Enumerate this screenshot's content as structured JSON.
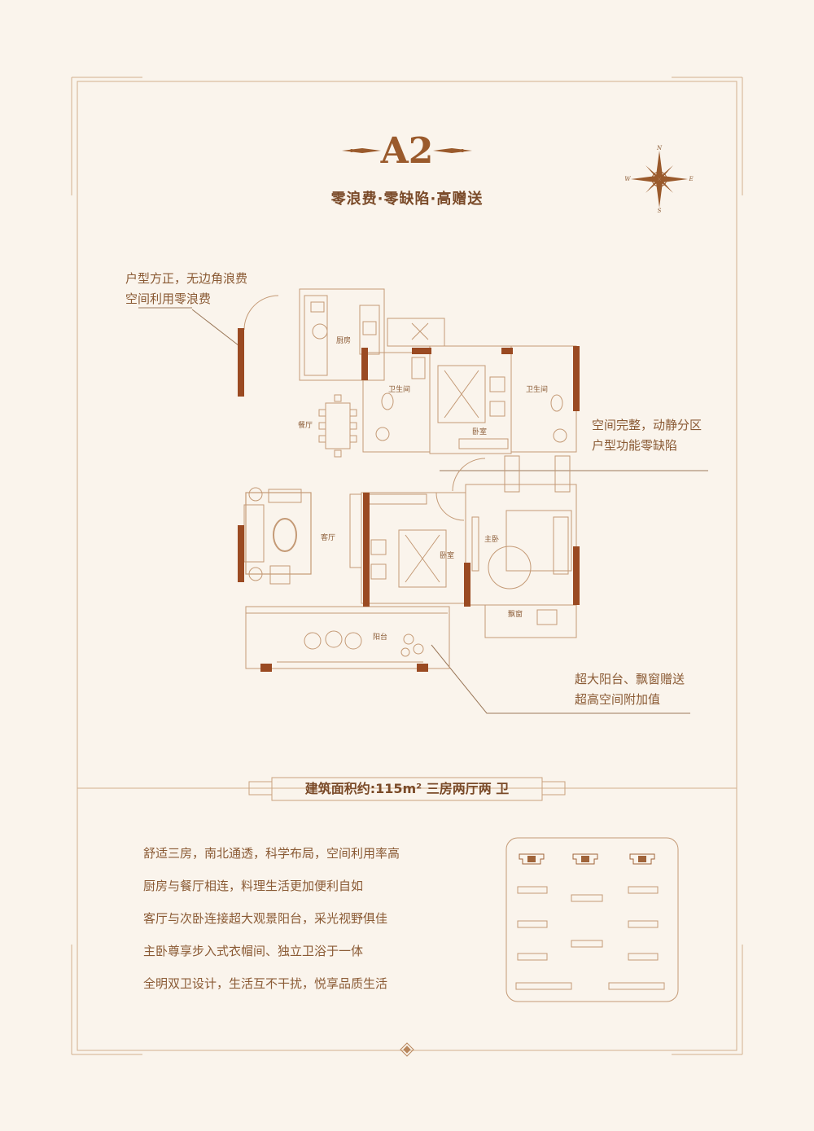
{
  "plan": {
    "title": "A2",
    "subtitle": "零浪费·零缺陷·高赠送"
  },
  "compass": {
    "n": "N",
    "e": "E",
    "s": "S",
    "w": "W"
  },
  "notes": {
    "top_left": [
      "户型方正，无边角浪费",
      "空间利用零浪费"
    ],
    "right": [
      "空间完整，动静分区",
      "户型功能零缺陷"
    ],
    "bottom_right": [
      "超大阳台、飘窗赠送",
      "超高空间附加值"
    ]
  },
  "rooms": {
    "kitchen": "厨房",
    "bath1": "卫生间",
    "bath2": "卫生间",
    "bedroom_north": "卧室",
    "dining": "餐厅",
    "living": "客厅",
    "bedroom_south": "卧室",
    "master": "主卧",
    "bay_window": "飘窗",
    "balcony": "阳台"
  },
  "area_line": "建筑面积约:115m²  三房两厅两 卫",
  "features": [
    "舒适三房，南北通透，科学布局，空间利用率高",
    "厨房与餐厅相连，料理生活更加便利自如",
    "客厅与次卧连接超大观景阳台，采光视野俱佳",
    "主卧尊享步入式衣帽间、独立卫浴于一体",
    "全明双卫设计，生活互不干扰，悦享品质生活"
  ],
  "colors": {
    "background": "#faf4ec",
    "line": "#c9a27e",
    "wall": "#9a4a22",
    "text": "#8a5a34"
  }
}
